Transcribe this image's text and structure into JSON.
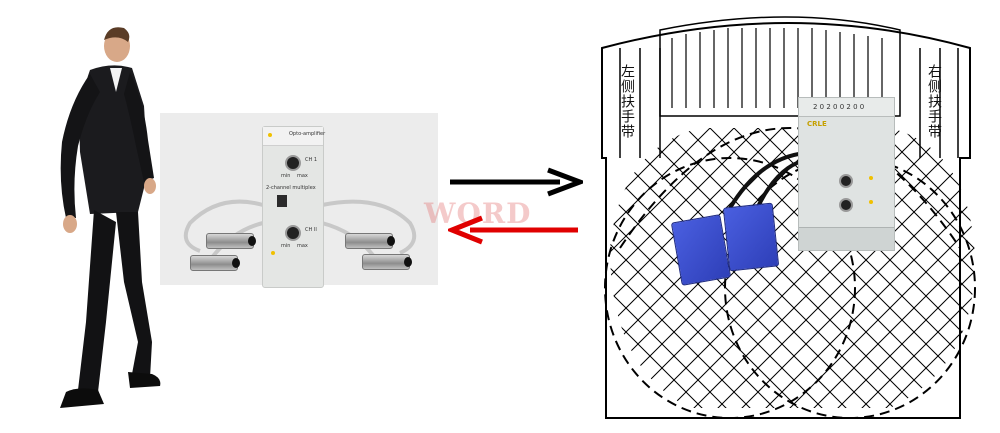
{
  "photo": {
    "amplifier_title": "Opto-amplifier",
    "ch1": "CH 1",
    "two_channel": "2-channel multiplex",
    "ch2": "CH II",
    "min": "min",
    "max": "max",
    "watermark": "WORD"
  },
  "arrows": {
    "forward_color": "#000000",
    "back_color": "#e00000"
  },
  "drawing": {
    "left_rail_label": "左侧扶手带",
    "right_rail_label": "右侧扶手带",
    "module_brand": "CRLE",
    "module_digits": "2 0 2 0 0 2 0 0"
  },
  "colors": {
    "probe": "#3a4ccf",
    "module_accent": "#c5a000"
  }
}
